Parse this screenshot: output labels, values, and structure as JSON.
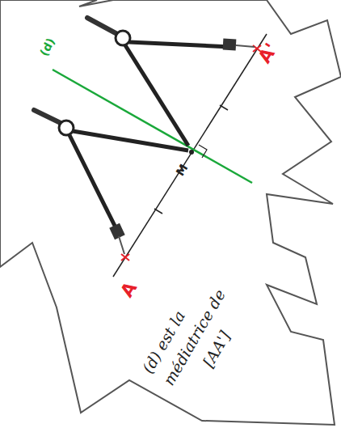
{
  "diagram": {
    "labels": [
      "(d)",
      "A'",
      "M",
      "A",
      "(d) est la médiatrice de [AA']"
    ]
  }
}
